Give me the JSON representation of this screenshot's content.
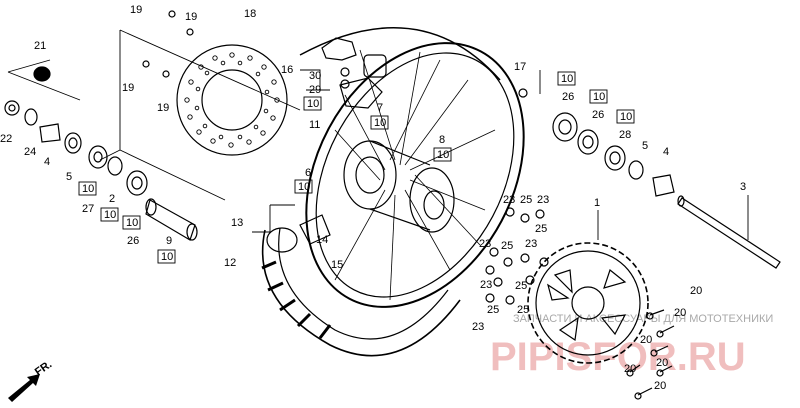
{
  "callouts": [
    {
      "id": "c19a",
      "text": "19"
    },
    {
      "id": "c19b",
      "text": "19"
    },
    {
      "id": "c18",
      "text": "18"
    },
    {
      "id": "c21",
      "text": "21"
    },
    {
      "id": "c19c",
      "text": "19"
    },
    {
      "id": "c19d",
      "text": "19"
    },
    {
      "id": "c16",
      "text": "16"
    },
    {
      "id": "c30",
      "text": "30"
    },
    {
      "id": "c29",
      "text": "29"
    },
    {
      "id": "c10_29",
      "text": "10"
    },
    {
      "id": "c11",
      "text": "11"
    },
    {
      "id": "c7",
      "text": "7"
    },
    {
      "id": "c10_7",
      "text": "10"
    },
    {
      "id": "c8",
      "text": "8"
    },
    {
      "id": "c10_8",
      "text": "10"
    },
    {
      "id": "c17",
      "text": "17"
    },
    {
      "id": "c10_26r",
      "text": "10"
    },
    {
      "id": "c26r",
      "text": "26"
    },
    {
      "id": "c10_26r2",
      "text": "10"
    },
    {
      "id": "c26r2",
      "text": "26"
    },
    {
      "id": "c10_28",
      "text": "10"
    },
    {
      "id": "c28",
      "text": "28"
    },
    {
      "id": "c5r",
      "text": "5"
    },
    {
      "id": "c4r",
      "text": "4"
    },
    {
      "id": "c3",
      "text": "3"
    },
    {
      "id": "c22",
      "text": "22"
    },
    {
      "id": "c24",
      "text": "24"
    },
    {
      "id": "c4l",
      "text": "4"
    },
    {
      "id": "c5l",
      "text": "5"
    },
    {
      "id": "c10_27",
      "text": "10"
    },
    {
      "id": "c27",
      "text": "27"
    },
    {
      "id": "c2",
      "text": "2"
    },
    {
      "id": "c10_2",
      "text": "10"
    },
    {
      "id": "c10_26l",
      "text": "10"
    },
    {
      "id": "c26l",
      "text": "26"
    },
    {
      "id": "c6",
      "text": "6"
    },
    {
      "id": "c10_6",
      "text": "10"
    },
    {
      "id": "c9",
      "text": "9"
    },
    {
      "id": "c10_9",
      "text": "10"
    },
    {
      "id": "c13",
      "text": "13"
    },
    {
      "id": "c14",
      "text": "14"
    },
    {
      "id": "c12",
      "text": "12"
    },
    {
      "id": "c15",
      "text": "15"
    },
    {
      "id": "c1",
      "text": "1"
    },
    {
      "id": "c23a",
      "text": "23"
    },
    {
      "id": "c25a",
      "text": "25"
    },
    {
      "id": "c23b",
      "text": "23"
    },
    {
      "id": "c25b",
      "text": "25"
    },
    {
      "id": "c23c",
      "text": "23"
    },
    {
      "id": "c25c",
      "text": "25"
    },
    {
      "id": "c23d",
      "text": "23"
    },
    {
      "id": "c23e",
      "text": "23"
    },
    {
      "id": "c25d",
      "text": "25"
    },
    {
      "id": "c25e",
      "text": "25"
    },
    {
      "id": "c25f",
      "text": "25"
    },
    {
      "id": "c23f",
      "text": "23"
    },
    {
      "id": "c20a",
      "text": "20"
    },
    {
      "id": "c20b",
      "text": "20"
    },
    {
      "id": "c20c",
      "text": "20"
    },
    {
      "id": "c20d",
      "text": "20"
    },
    {
      "id": "c20e",
      "text": "20"
    },
    {
      "id": "c20f",
      "text": "20"
    }
  ],
  "direction_label": "FR.",
  "watermark_text": "ЗАПЧАСТИ И АКСЕССУАРЫ ДЛЯ МОТОТЕХНИКИ",
  "brand_text": "PIPISFOR.RU",
  "colors": {
    "line": "#000000",
    "watermark": "#8c8c8c",
    "brand": "#e58a8a"
  }
}
